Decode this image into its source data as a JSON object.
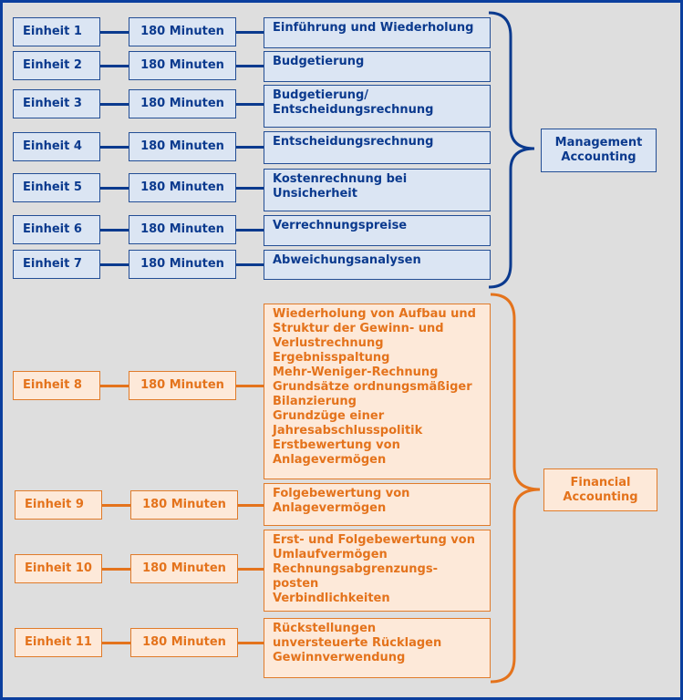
{
  "management": {
    "label": "Management\nAccounting",
    "units": [
      {
        "unit": "Einheit 1",
        "duration": "180 Minuten",
        "topic": "Einführung und Wiederholung"
      },
      {
        "unit": "Einheit 2",
        "duration": "180 Minuten",
        "topic": "Budgetierung"
      },
      {
        "unit": "Einheit 3",
        "duration": "180 Minuten",
        "topic": "Budgetierung/\nEntscheidungsrechnung"
      },
      {
        "unit": "Einheit 4",
        "duration": "180 Minuten",
        "topic": "Entscheidungsrechnung"
      },
      {
        "unit": "Einheit 5",
        "duration": "180 Minuten",
        "topic": "Kostenrechnung bei\nUnsicherheit"
      },
      {
        "unit": "Einheit 6",
        "duration": "180 Minuten",
        "topic": "Verrechnungspreise"
      },
      {
        "unit": "Einheit 7",
        "duration": "180 Minuten",
        "topic": "Abweichungsanalysen"
      }
    ]
  },
  "financial": {
    "label": "Financial\nAccounting",
    "units": [
      {
        "unit": "Einheit 8",
        "duration": "180 Minuten",
        "topic": "Wiederholung von Aufbau und\nStruktur der Gewinn- und\nVerlustrechnung\nErgebnisspaltung\nMehr-Weniger-Rechnung\nGrundsätze ordnungsmäßiger\nBilanzierung\nGrundzüge einer\nJahresabschlusspolitik\nErstbewertung von\nAnlagevermögen"
      },
      {
        "unit": "Einheit 9",
        "duration": "180 Minuten",
        "topic": "Folgebewertung von\nAnlagevermögen"
      },
      {
        "unit": "Einheit 10",
        "duration": "180 Minuten",
        "topic": "Erst- und Folgebewertung von\nUmlaufvermögen\nRechnungsabgrenzungs-\nposten\nVerbindlichkeiten"
      },
      {
        "unit": "Einheit 11",
        "duration": "180 Minuten",
        "topic": "Rückstellungen\nunversteuerte Rücklagen\nGewinnverwendung"
      }
    ]
  }
}
